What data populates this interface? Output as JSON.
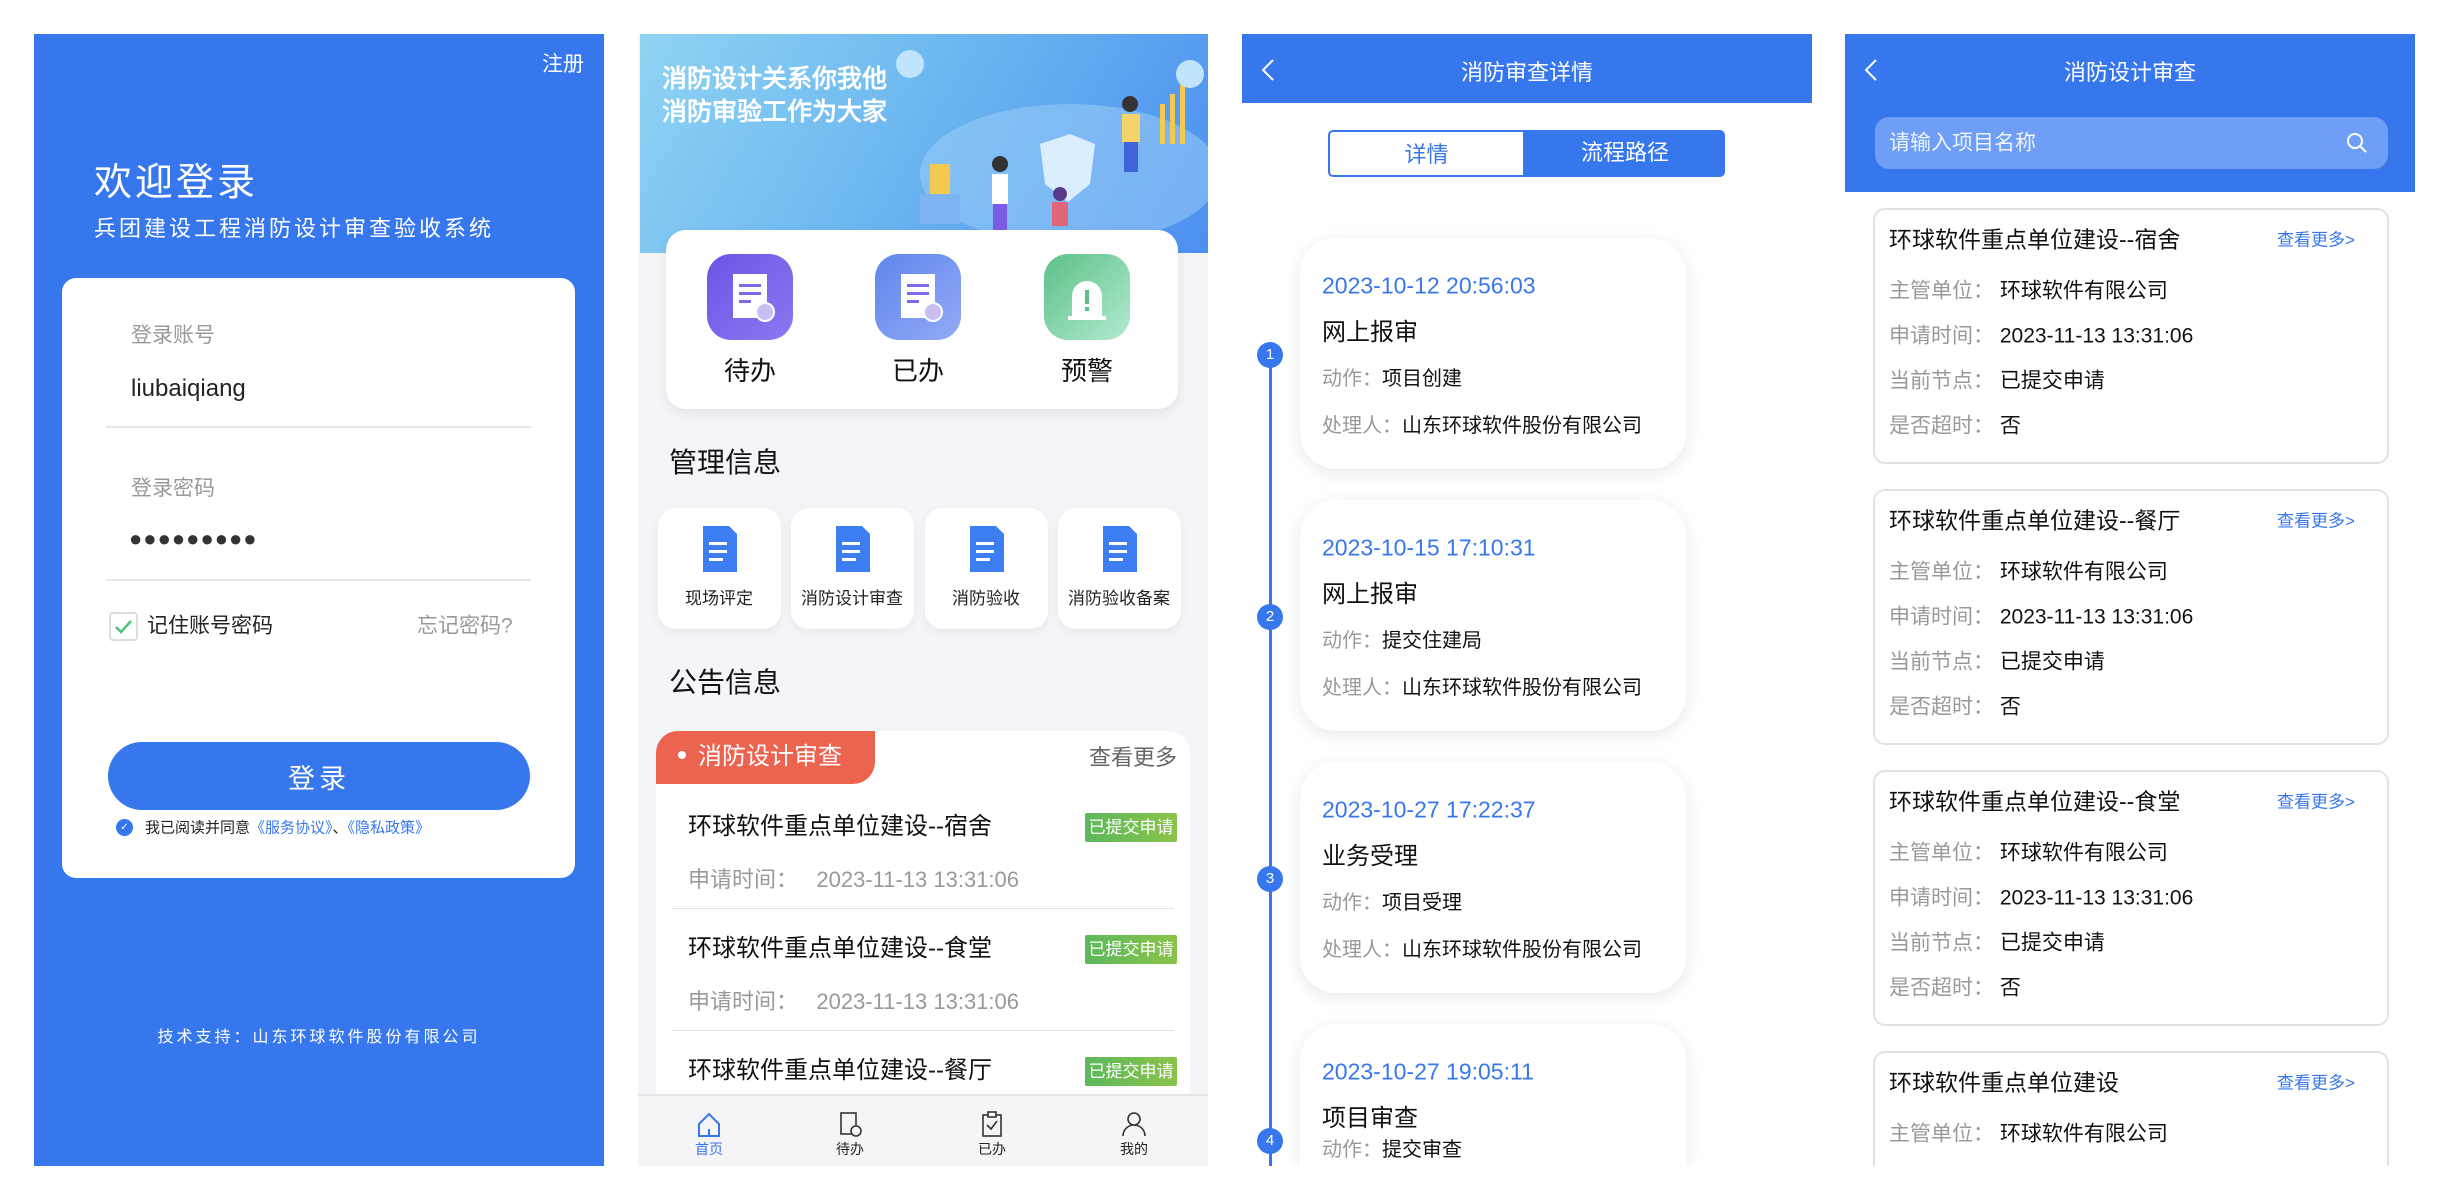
{
  "login": {
    "register": "注册",
    "welcome": "欢迎登录",
    "system_name": "兵团建设工程消防设计审查验收系统",
    "account_label": "登录账号",
    "account_value": "liubaiqiang",
    "password_label": "登录密码",
    "password_mask": "●●●●●●●●●",
    "remember": "记住账号密码",
    "forgot": "忘记密码?",
    "submit": "登录",
    "agree_prefix": "我已阅读并同意",
    "service_link": "《服务协议》",
    "sep": "、",
    "privacy_link": "《隐私政策》",
    "footer": "技术支持：山东环球软件股份有限公司",
    "accent": "#3777EE"
  },
  "home": {
    "banner_line1": "消防设计关系你我他",
    "banner_line2": "消防审验工作为大家",
    "quick": [
      {
        "label": "待办",
        "icon": "pending-doc-icon"
      },
      {
        "label": "已办",
        "icon": "done-doc-icon"
      },
      {
        "label": "预警",
        "icon": "alarm-icon"
      }
    ],
    "manage_title": "管理信息",
    "manage": [
      {
        "label": "现场评定",
        "icon": "doc-edit-icon"
      },
      {
        "label": "消防设计审查",
        "icon": "doc-search-icon"
      },
      {
        "label": "消防验收",
        "icon": "doc-check-icon"
      },
      {
        "label": "消防验收备案",
        "icon": "doc-upload-icon"
      }
    ],
    "notice_title": "公告信息",
    "notice_tab": "消防设计审查",
    "more": "查看更多",
    "time_label": "申请时间：",
    "notices": [
      {
        "title": "环球软件重点单位建设--宿舍",
        "status": "已提交申请",
        "time": "2023-11-13 13:31:06"
      },
      {
        "title": "环球软件重点单位建设--食堂",
        "status": "已提交申请",
        "time": "2023-11-13 13:31:06"
      },
      {
        "title": "环球软件重点单位建设--餐厅",
        "status": "已提交申请"
      }
    ],
    "tabs": [
      {
        "label": "首页",
        "icon": "home-icon",
        "active": true
      },
      {
        "label": "待办",
        "icon": "pending-icon"
      },
      {
        "label": "已办",
        "icon": "clipboard-check-icon"
      },
      {
        "label": "我的",
        "icon": "user-icon"
      }
    ]
  },
  "detail": {
    "title": "消防审查详情",
    "seg_detail": "详情",
    "seg_flow": "流程路径",
    "action_label": "动作：",
    "handler_label": "处理人：",
    "steps": [
      {
        "num": "1",
        "time": "2023-10-12 20:56:03",
        "name": "网上报审",
        "action": "项目创建",
        "handler": "山东环球软件股份有限公司"
      },
      {
        "num": "2",
        "time": "2023-10-15 17:10:31",
        "name": "网上报审",
        "action": "提交住建局",
        "handler": "山东环球软件股份有限公司"
      },
      {
        "num": "3",
        "time": "2023-10-27 17:22:37",
        "name": "业务受理",
        "action": "项目受理",
        "handler": "山东环球软件股份有限公司"
      },
      {
        "num": "4",
        "time": "2023-10-27 19:05:11",
        "name": "项目审查",
        "action": "提交审查",
        "handler": ""
      }
    ]
  },
  "list": {
    "title": "消防设计审查",
    "search_placeholder": "请输入项目名称",
    "more": "查看更多>",
    "labels": {
      "unit": "主管单位：",
      "time": "申请时间：",
      "node": "当前节点：",
      "timeout": "是否超时："
    },
    "items": [
      {
        "title": "环球软件重点单位建设--宿舍",
        "unit": "环球软件有限公司",
        "time": "2023-11-13 13:31:06",
        "node": "已提交申请",
        "timeout": "否"
      },
      {
        "title": "环球软件重点单位建设--餐厅",
        "unit": "环球软件有限公司",
        "time": "2023-11-13 13:31:06",
        "node": "已提交申请",
        "timeout": "否"
      },
      {
        "title": "环球软件重点单位建设--食堂",
        "unit": "环球软件有限公司",
        "time": "2023-11-13 13:31:06",
        "node": "已提交申请",
        "timeout": "否"
      },
      {
        "title": "环球软件重点单位建设",
        "unit": "环球软件有限公司"
      }
    ]
  }
}
